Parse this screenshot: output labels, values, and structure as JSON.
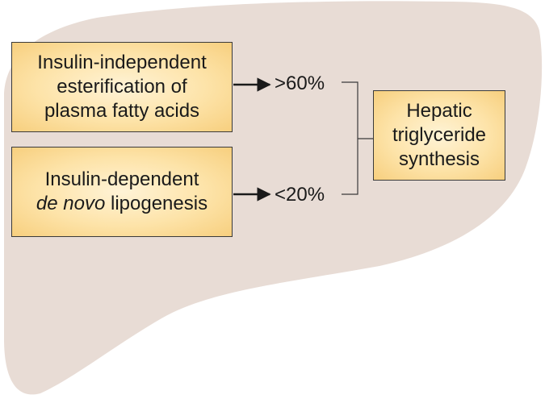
{
  "boxes": {
    "esterification": {
      "line1": "Insulin-independent",
      "line2": "esterification of",
      "line3": "plasma fatty acids"
    },
    "lipogenesis": {
      "line1": "Insulin-dependent",
      "line2_italic": "de novo",
      "line2_rest": " lipogenesis"
    },
    "hepatic": {
      "line1": "Hepatic",
      "line2": "triglyceride",
      "line3": "synthesis"
    }
  },
  "percentages": {
    "high": ">60%",
    "low": "<20%"
  },
  "colors": {
    "liver_fill": "#e8dcd5",
    "box_fill": "#fde3a8",
    "line": "#1a1a1a"
  }
}
